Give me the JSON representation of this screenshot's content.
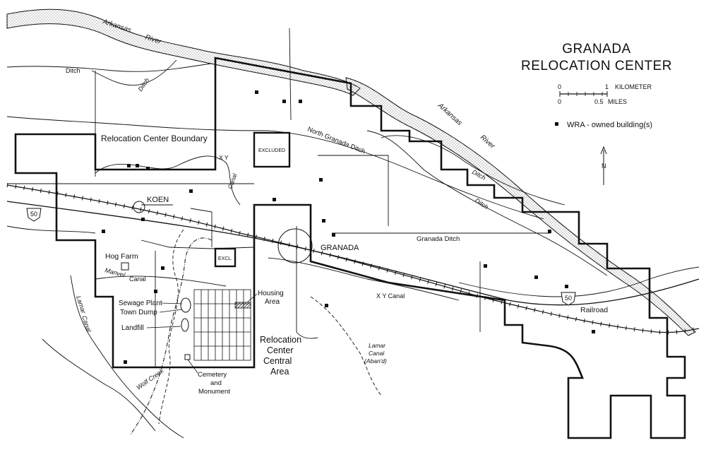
{
  "title": {
    "line1": "GRANADA",
    "line2": "RELOCATION CENTER"
  },
  "scale": {
    "km_zero": "0",
    "km_one": "1",
    "km_unit": "KILOMETER",
    "mi_zero": "0",
    "mi_half": "0.5",
    "mi_unit": "MILES"
  },
  "legend": {
    "building_label": "WRA - owned building(s)"
  },
  "north_arrow": {
    "label": "N"
  },
  "labels": {
    "arkansas_river_nw": "Arkansas",
    "arkansas_river_nw2": "River",
    "arkansas_river_se": "Arkansas",
    "arkansas_river_se2": "River",
    "ditch_nw": "Ditch",
    "ditch_nw2": "Ditch",
    "ditch_e1": "Ditch",
    "ditch_e2": "Ditch",
    "boundary": "Relocation Center Boundary",
    "excluded": "EXCLUDED",
    "excl": "EXCL.",
    "north_granada_ditch": "North Granada Ditch",
    "xy_canal_n": "X Y",
    "xy_canal_n2": "Canal",
    "xy_canal_s": "X Y Canal",
    "koen": "KOEN",
    "granada": "GRANADA",
    "granada_ditch": "Granada Ditch",
    "hog_farm": "Hog Farm",
    "manvel_canal": "Manvel",
    "manvel_canal2": "Canal",
    "sewage_plant": "Sewage Plant",
    "town_dump": "Town Dump",
    "landfill": "Landfill",
    "housing_area": "Housing",
    "housing_area2": "Area",
    "central_area_1": "Relocation",
    "central_area_2": "Center",
    "central_area_3": "Central",
    "central_area_4": "Area",
    "cemetery_1": "Cemetery",
    "cemetery_2": "and",
    "cemetery_3": "Monument",
    "lamar_canal_w": "Lamar",
    "lamar_canal_w2": "Canal",
    "lamar_canal_aband_1": "Lamar",
    "lamar_canal_aband_2": "Canal",
    "lamar_canal_aband_3": "(Aban'd)",
    "wolf_creek": "Wolf Creek",
    "railroad": "Railroad",
    "us50_w": "50",
    "us50_e": "50"
  },
  "colors": {
    "ink": "#111111",
    "river_stipple": "#9a9a9a",
    "paper": "#ffffff"
  }
}
